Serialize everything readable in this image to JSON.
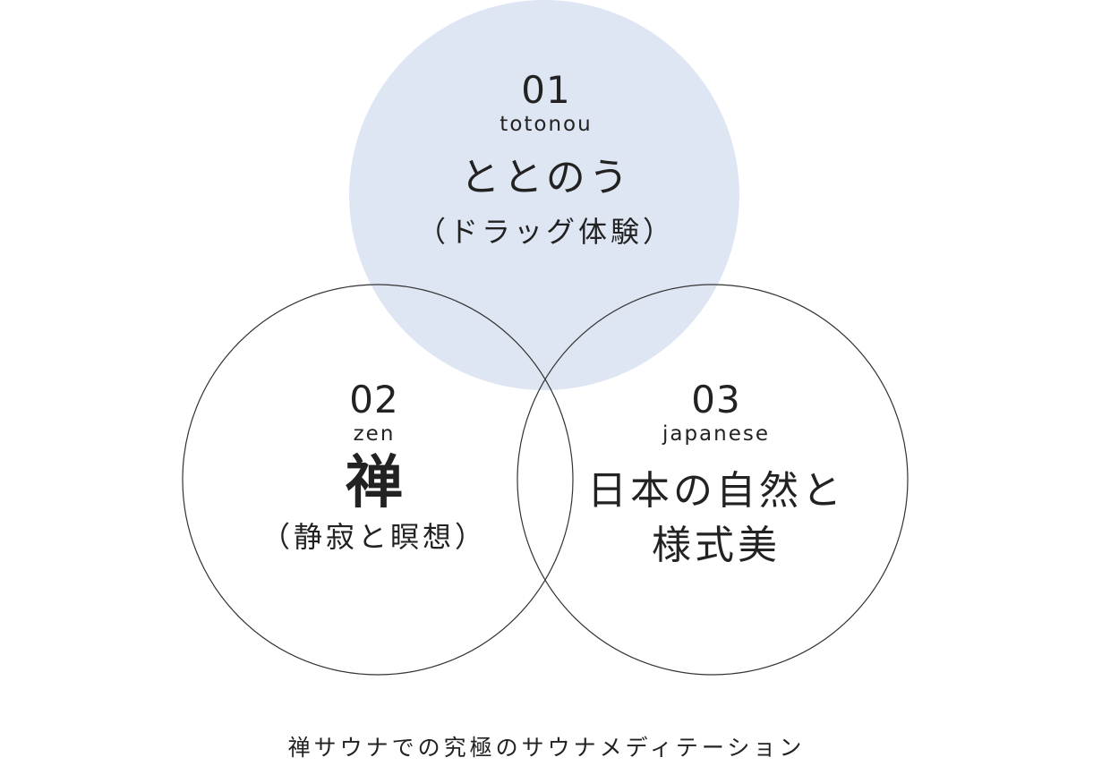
{
  "colors": {
    "filled_circle": "#dfe6f3",
    "outline": "#333333",
    "text": "#222222"
  },
  "circles": [
    {
      "number": "01",
      "romaji": "totonou",
      "title": "ととのう",
      "subtitle": "（ドラッグ体験）"
    },
    {
      "number": "02",
      "romaji": "zen",
      "title": "禅",
      "subtitle": "（静寂と瞑想）"
    },
    {
      "number": "03",
      "romaji": "japanese",
      "title_line1": "日本の自然と",
      "title_line2": "様式美"
    }
  ],
  "caption": "禅サウナでの究極のサウナメディテーション"
}
